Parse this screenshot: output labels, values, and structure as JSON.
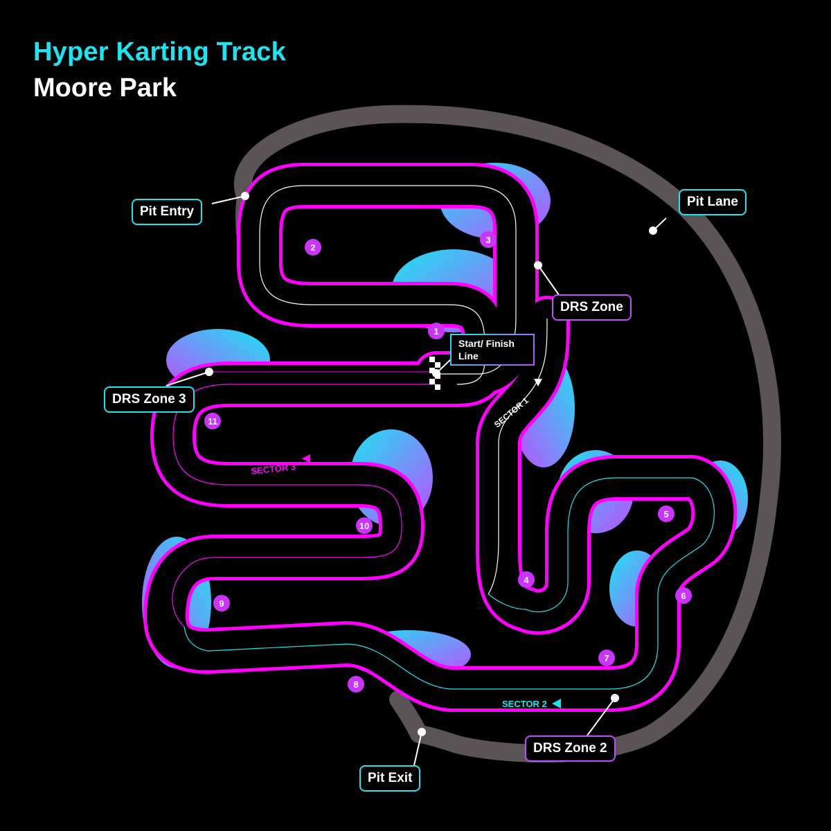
{
  "title": "Hyper Karting Track",
  "subtitle": "Moore Park",
  "callouts": {
    "pit_entry": "Pit Entry",
    "pit_lane": "Pit Lane",
    "drs_zone": "DRS Zone",
    "start_finish": "Start/ Finish Line",
    "drs_zone_3": "DRS Zone 3",
    "drs_zone_2": "DRS Zone 2",
    "pit_exit": "Pit Exit"
  },
  "sectors": {
    "sector1": "SECTOR 1",
    "sector2": "SECTOR 2",
    "sector3": "SECTOR 3"
  },
  "turns": [
    "1",
    "2",
    "3",
    "4",
    "5",
    "6",
    "7",
    "8",
    "9",
    "10",
    "11"
  ],
  "colors": {
    "track_outline": "#ff00ff",
    "sector1_line": "#ffffff",
    "sector2_line": "#19e6f0",
    "sector3_line": "#ff00ff",
    "pit_lane": "#5a5456",
    "turn_marker": "#cc33ff",
    "title": "#19e6f0"
  }
}
